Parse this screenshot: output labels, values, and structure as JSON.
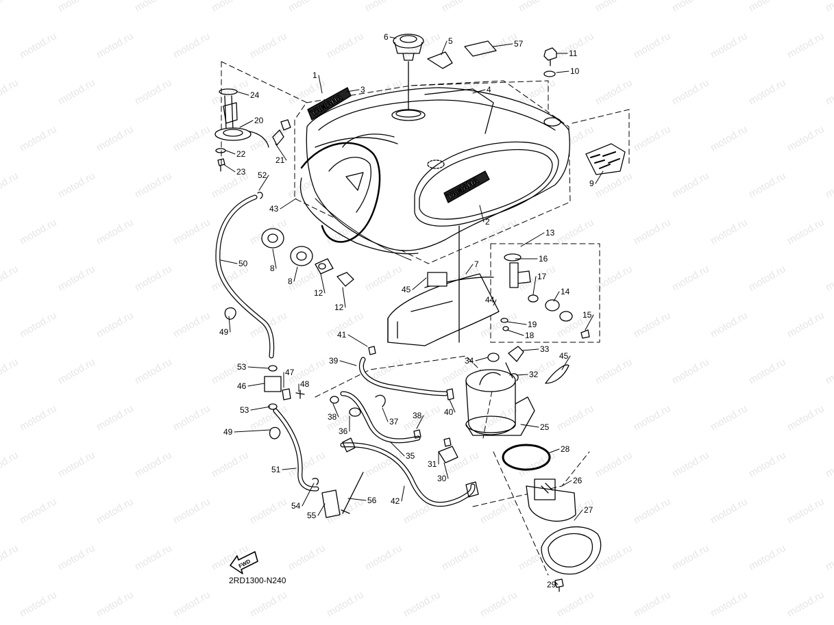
{
  "watermark": "motod.ru",
  "diagram_code": "2RD1300-N240",
  "fwd_label": "FWD",
  "brand_mark": "YAMAHA",
  "callouts": [
    "1",
    "2",
    "3",
    "4",
    "5",
    "6",
    "7",
    "8",
    "8",
    "9",
    "10",
    "11",
    "12",
    "12",
    "13",
    "14",
    "15",
    "16",
    "17",
    "18",
    "19",
    "20",
    "21",
    "22",
    "23",
    "24",
    "25",
    "26",
    "27",
    "28",
    "29",
    "30",
    "31",
    "32",
    "33",
    "34",
    "35",
    "36",
    "37",
    "38",
    "38",
    "39",
    "40",
    "41",
    "42",
    "43",
    "44",
    "45",
    "45",
    "46",
    "47",
    "48",
    "49",
    "49",
    "50",
    "51",
    "52",
    "53",
    "53",
    "54",
    "55",
    "56",
    "57"
  ]
}
